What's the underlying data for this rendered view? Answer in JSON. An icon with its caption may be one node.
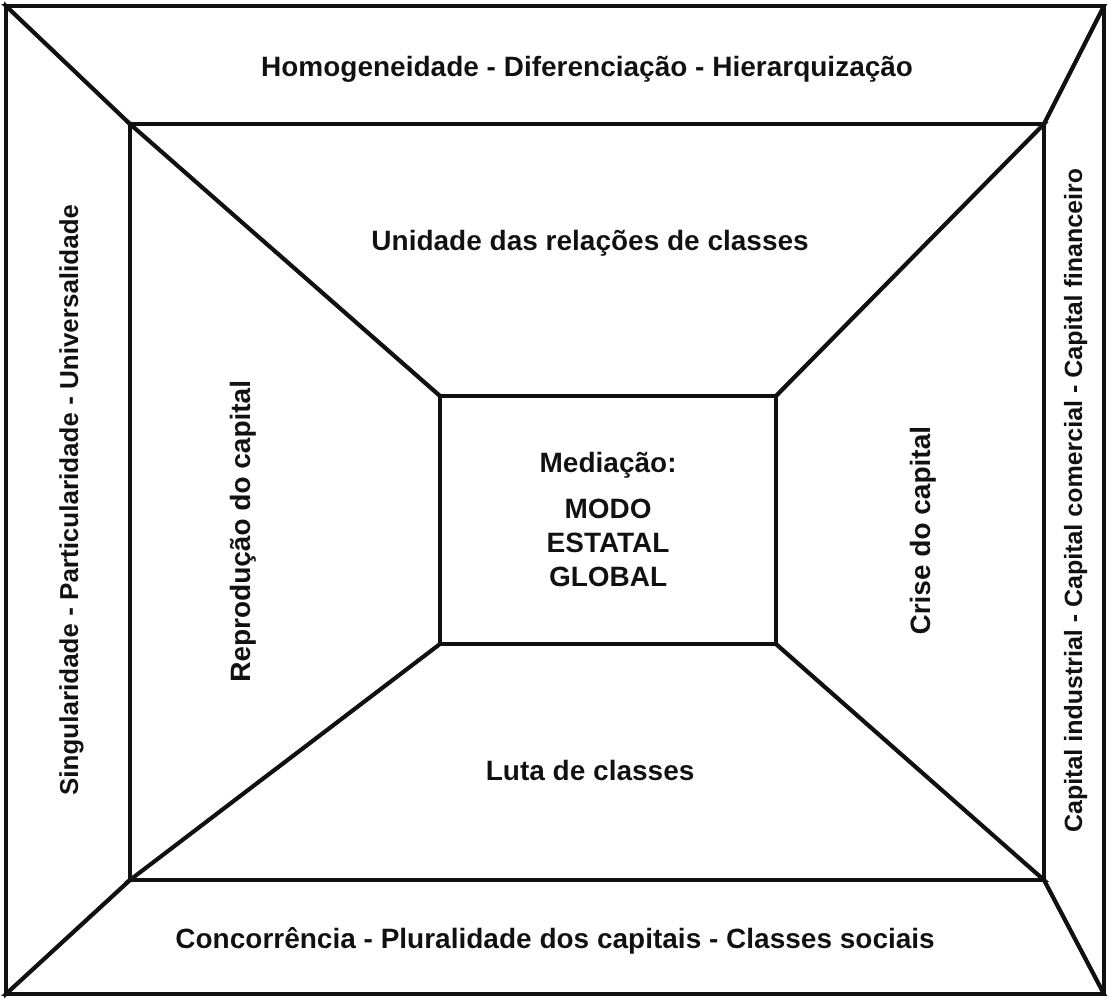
{
  "diagram": {
    "nodes": [
      {
        "text": [
          "Homogeneidade - Diferenciação - Hierarquização"
        ]
      },
      {
        "text": [
          "Singularidade - Particularidade - Universalidade"
        ]
      },
      {
        "text": [
          "Capital industrial - Capital comercial - Capital financeiro"
        ]
      },
      {
        "text": [
          "Concorrência - Pluralidade dos capitais - Classes sociais"
        ]
      },
      {
        "text": [
          "Unidade das relações de classes"
        ]
      },
      {
        "text": [
          "Reprodução do capital"
        ]
      },
      {
        "text": [
          "Crise do capital"
        ]
      },
      {
        "text": [
          "Luta de classes"
        ]
      },
      {
        "text": [
          "Mediação:",
          "MODO ESTATAL GLOBAL"
        ]
      }
    ]
  }
}
